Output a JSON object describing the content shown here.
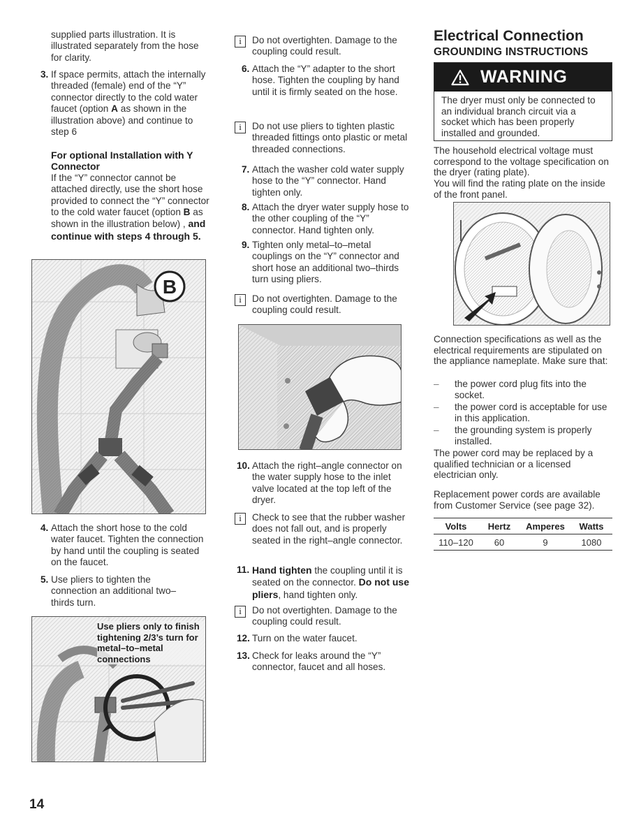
{
  "left": {
    "intro_lines": [
      "supplied parts illustration.  It is",
      "illustrated separately from the hose",
      "for clarity."
    ],
    "step3": {
      "num": "3.",
      "pre": "If space permits, attach the internally threaded (female) end of the “Y” connector directly to the cold water faucet (option ",
      "bold": "A",
      "post": " as shown in the illustration above) and continue to step 6"
    },
    "optional_heading": "For optional Installation with Y Connector",
    "optional_text": "If the “Y” connector cannot be attached directly, use the short hose provided to connect the “Y” connector to the cold water faucet (option ",
    "optional_bold_b": "B",
    "optional_text2": " as shown in the illustration below) , ",
    "optional_bold_end": "and continue with steps 4 through 5.",
    "illus_label_b": "B",
    "step4": {
      "num": "4.",
      "text": "Attach the short hose to the cold water faucet.  Tighten the connection by hand until the coupling is seated on the faucet."
    },
    "step5": {
      "num": "5.",
      "text": "Use pliers to tighten the connection an additional two–thirds turn."
    },
    "callout_lines": [
      "Use pliers only to finish",
      "tightening 2/3’s turn for",
      "metal–to–metal",
      "connections"
    ]
  },
  "middle": {
    "note1": "Do not overtighten. Damage to the coupling could result.",
    "step6": {
      "num": "6.",
      "text": "Attach the “Y” adapter to the short hose.  Tighten the coupling by hand until it is firmly seated on the hose."
    },
    "note2": "Do not use pliers to tighten plastic threaded fittings onto plastic or metal threaded connections.",
    "step7": {
      "num": "7.",
      "text": "Attach the washer cold water supply hose to the “Y” connector. Hand tighten only."
    },
    "step8": {
      "num": "8.",
      "text": "Attach the dryer water supply hose to the other coupling of the “Y” connector.  Hand tighten only."
    },
    "step9": {
      "num": "9.",
      "text": "Tighten only metal–to–metal couplings on the “Y” connector and short hose an additional two–thirds turn using pliers."
    },
    "note3": "Do not overtighten.  Damage to the coupling could result.",
    "step10": {
      "num": "10.",
      "text": "Attach the right–angle connector on the water supply hose to the inlet valve located at the top left of the dryer."
    },
    "note4": "Check to see that the rubber washer does not fall out, and is properly seated in the right–angle connector.",
    "step11": {
      "num": "11.",
      "bold1": "Hand tighten",
      "text1": " the coupling until it is seated on the connector.  ",
      "bold2": "Do not use pliers",
      "text2": ", hand tighten only."
    },
    "note5": "Do not overtighten.  Damage to the coupling could result.",
    "step12": {
      "num": "12.",
      "text": "Turn on the water faucet."
    },
    "step13": {
      "num": "13.",
      "text": "Check for leaks around the “Y” connector, faucet and all hoses."
    },
    "info_icon": "i"
  },
  "right": {
    "title": "Electrical Connection",
    "subtitle": "GROUNDING INSTRUCTIONS",
    "warning_label": "WARNING",
    "warning_icon": "warning-triangle-icon",
    "warning_text": "The dryer must only be connected to an individual branch circuit via a socket which has been properly installed and grounded.",
    "para1": "The household electrical voltage must correspond to the voltage specification on the dryer (rating plate).",
    "para2": "You will find the rating plate on the inside of the front panel.",
    "para3": "Connection specifications as well as the electrical requirements are stipulated on the appliance nameplate. Make sure that:",
    "bullets": [
      "the power cord plug fits into the socket.",
      "the power cord is acceptable for use in this application.",
      "the grounding system is properly installed."
    ],
    "bullet_marker": "–",
    "para4": "The power cord may be replaced by a qualified technician or a licensed electrician only.",
    "para5": "Replacement power cords are available from Customer Service (see page 32).",
    "table": {
      "headers": [
        "Volts",
        "Hertz",
        "Amperes",
        "Watts"
      ],
      "rows": [
        [
          "110–120",
          "60",
          "9",
          "1080"
        ]
      ]
    }
  },
  "page_number": "14"
}
